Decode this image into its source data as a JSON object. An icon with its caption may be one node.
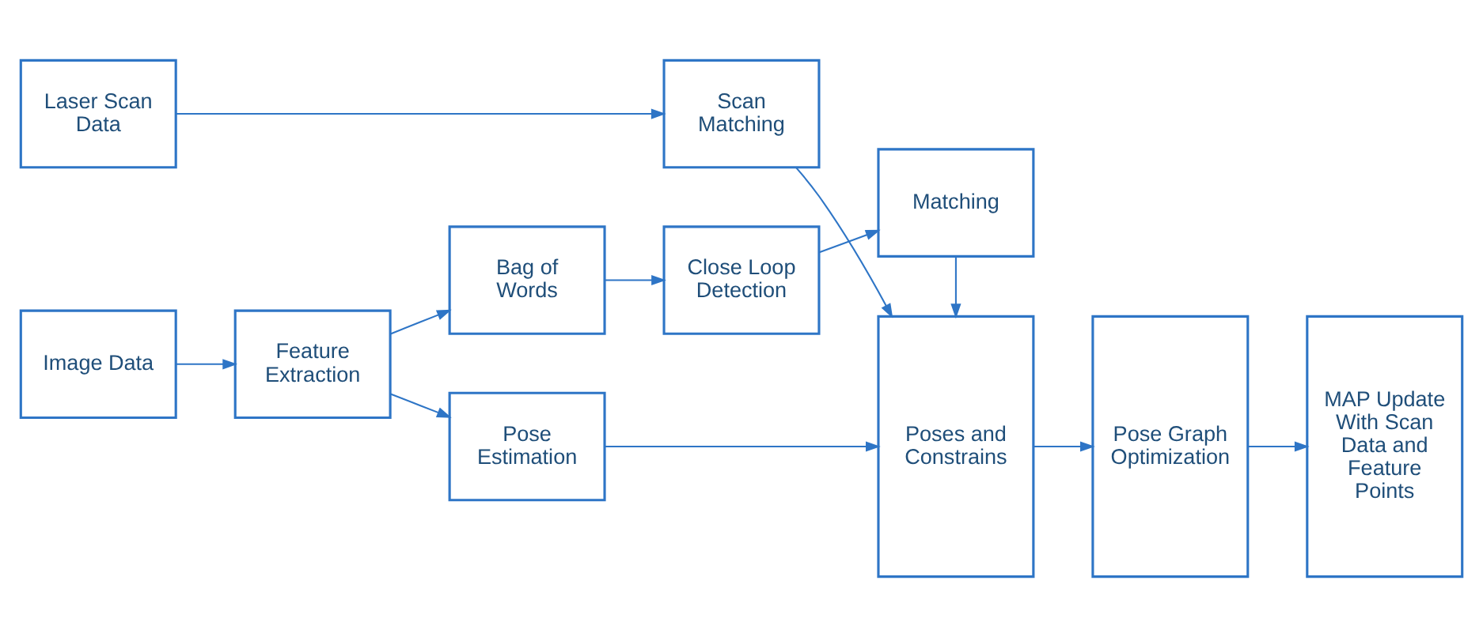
{
  "diagram": {
    "nodes": [
      {
        "text": [
          "Laser Scan Data"
        ]
      },
      {
        "text": [
          "Scan Matching"
        ]
      },
      {
        "text": [
          "Image Data"
        ]
      },
      {
        "text": [
          "Feature Extraction"
        ]
      },
      {
        "text": [
          "Pose Estimation"
        ]
      },
      {
        "text": [
          "Bag of Words"
        ]
      },
      {
        "text": [
          "Close Loop Detection"
        ]
      },
      {
        "text": [
          "Matching"
        ]
      },
      {
        "text": [
          "Poses and Constrains"
        ]
      },
      {
        "text": [
          "Pose Graph Optimization"
        ]
      },
      {
        "text": [
          "MAP Update With Scan Data and Feature Points"
        ]
      }
    ],
    "edges": [
      {
        "from": 0,
        "to": 1,
        "arrow": "to"
      },
      {
        "from": 1,
        "to": 8,
        "arrow": "to"
      },
      {
        "from": 2,
        "to": 3,
        "arrow": "to"
      },
      {
        "from": 3,
        "to": 4,
        "arrow": "to"
      },
      {
        "from": 4,
        "to": 8,
        "arrow": "to"
      },
      {
        "from": 3,
        "to": 5,
        "arrow": "to"
      },
      {
        "from": 5,
        "to": 6,
        "arrow": "to"
      },
      {
        "from": 6,
        "to": 7,
        "arrow": "to"
      },
      {
        "from": 7,
        "to": 8,
        "arrow": "to"
      },
      {
        "from": 8,
        "to": 9,
        "arrow": "to"
      },
      {
        "from": 9,
        "to": 10,
        "arrow": "to"
      }
    ]
  }
}
